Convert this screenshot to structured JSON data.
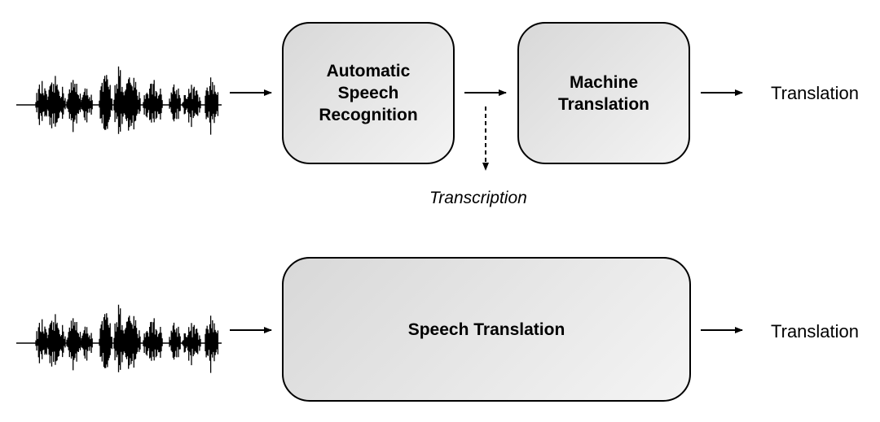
{
  "pipeline_cascade": {
    "asr_label": "Automatic\nSpeech\nRecognition",
    "mt_label": "Machine\nTranslation",
    "output_label": "Translation",
    "intermediate_label": "Transcription"
  },
  "pipeline_end_to_end": {
    "st_label": "Speech Translation",
    "output_label": "Translation"
  }
}
